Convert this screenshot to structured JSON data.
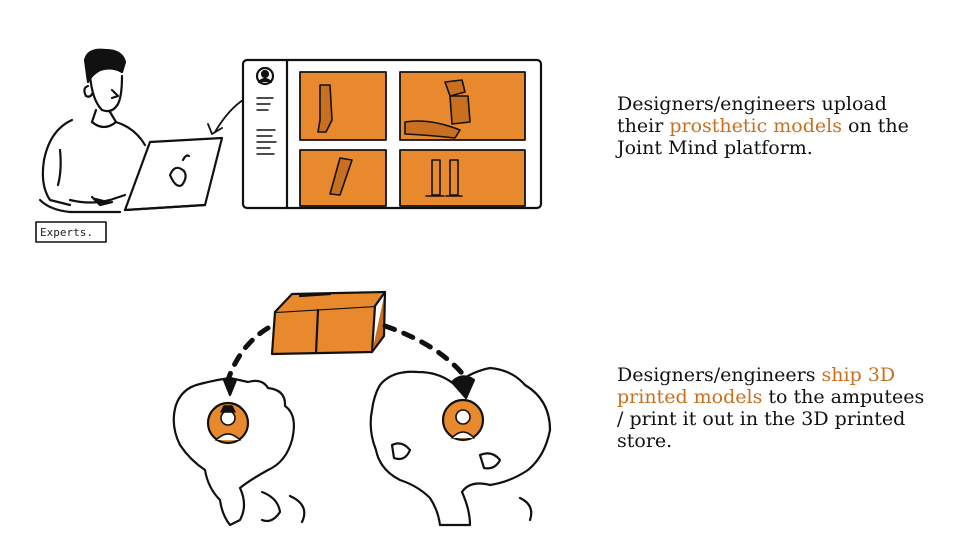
{
  "steps": [
    {
      "label": "Experts.",
      "caption": {
        "before": "Designers/engineers  upload their ",
        "highlight": "prosthetic models",
        "after": " on the Joint Mind platform."
      }
    },
    {
      "caption": {
        "before": "Designers/engineers ",
        "highlight": "ship 3D printed models",
        "after": " to the amputees / print it out in the 3D printed store."
      }
    }
  ],
  "colors": {
    "accent": "#e8892e",
    "accent_dark": "#c8701f",
    "ink": "#111111",
    "text_highlight": "#c8701f"
  },
  "icons": [
    "person-with-laptop-icon",
    "platform-screen-icon",
    "package-box-icon",
    "world-map-icon",
    "designer-avatar-icon",
    "amputee-avatar-icon"
  ]
}
